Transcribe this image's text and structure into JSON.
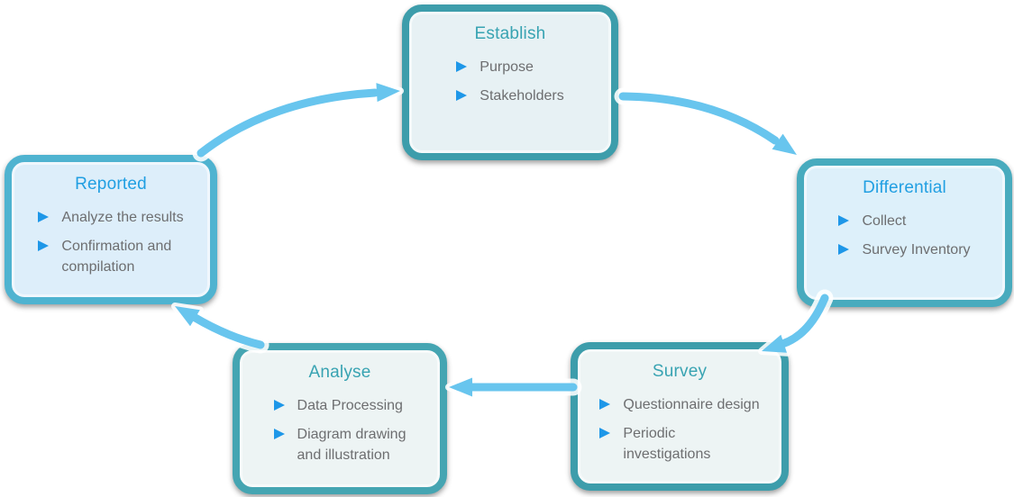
{
  "diagram": {
    "type": "cycle-process",
    "boxes": [
      {
        "id": "establish",
        "title": "Establish",
        "items": [
          {
            "lines": [
              "Purpose"
            ]
          },
          {
            "lines": [
              "Stakeholders"
            ]
          }
        ],
        "colors": {
          "bg": "#e7f1f4",
          "border": "#3d9dab",
          "title": "#38a3b2"
        }
      },
      {
        "id": "reported",
        "title": "Reported",
        "items": [
          {
            "lines": [
              "Analyze the results"
            ]
          },
          {
            "lines": [
              "Confirmation and",
              "compilation"
            ]
          }
        ],
        "colors": {
          "bg": "#ddeefa",
          "border": "#4fb3d0",
          "title": "#219fe2"
        }
      },
      {
        "id": "differential",
        "title": "Differential",
        "items": [
          {
            "lines": [
              "Collect"
            ]
          },
          {
            "lines": [
              "Survey Inventory"
            ]
          }
        ],
        "colors": {
          "bg": "#ddf0fa",
          "border": "#48abbe",
          "title": "#219fe2"
        }
      },
      {
        "id": "survey",
        "title": "Survey",
        "items": [
          {
            "lines": [
              "Questionnaire design"
            ]
          },
          {
            "lines": [
              "Periodic",
              "investigations"
            ]
          }
        ],
        "colors": {
          "bg": "#edf4f4",
          "border": "#3d9dab",
          "title": "#38a3b2"
        }
      },
      {
        "id": "analyse",
        "title": "Analyse",
        "items": [
          {
            "lines": [
              "Data Processing"
            ]
          },
          {
            "lines": [
              "Diagram drawing",
              "and illustration"
            ]
          }
        ],
        "colors": {
          "bg": "#edf4f4",
          "border": "#45a5b2",
          "title": "#38a3b2"
        }
      }
    ],
    "arrows": [
      {
        "from": "Reported",
        "to": "Establish"
      },
      {
        "from": "Establish",
        "to": "Differential"
      },
      {
        "from": "Differential",
        "to": "Survey"
      },
      {
        "from": "Survey",
        "to": "Analyse"
      },
      {
        "from": "Analyse",
        "to": "Reported"
      }
    ],
    "colors": {
      "arrow": "#68c5ee",
      "arrow_outline": "#ffffff",
      "bullet": "#1e97e8",
      "body_text": "#6d6e70",
      "background": "#ffffff"
    }
  }
}
